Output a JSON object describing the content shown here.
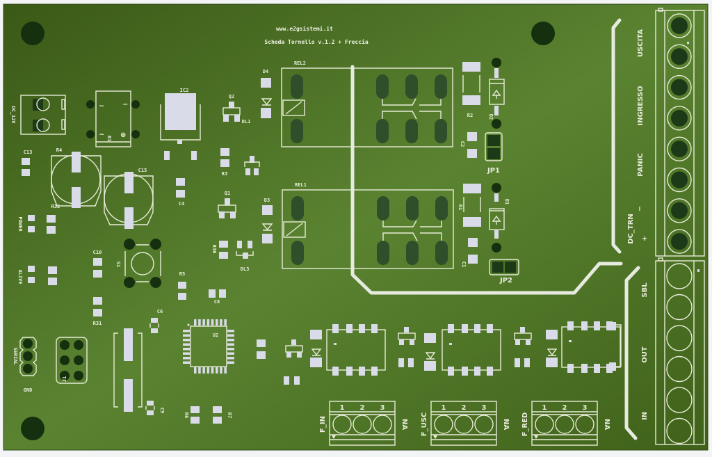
{
  "board": {
    "website": "www.e2gsistemi.it",
    "title": "Scheda Tornello v.1.2 + Freccia",
    "colors": {
      "background": "#f3f4f6",
      "pcb_dark": "#3b5a16",
      "pcb_light": "#5c8530",
      "silkscreen": "#e8ecd8",
      "pad": "#d9dbe8",
      "hole": "#15300f"
    }
  },
  "power": {
    "connector_label": "DC_12V",
    "bridge_label": "B1",
    "regulator_label": "IC2"
  },
  "components": {
    "capacitors": [
      "C13",
      "C15",
      "C10",
      "C4",
      "C6",
      "C9",
      "C2",
      "C1",
      "C8"
    ],
    "resistors": [
      "R4",
      "R32",
      "R31",
      "R3",
      "R2",
      "R1",
      "R30",
      "R5",
      "R6",
      "R7"
    ],
    "transistors": [
      "Q2",
      "Q1"
    ],
    "leds": [
      "DL1",
      "DL3"
    ],
    "diodes": [
      "D4",
      "D3",
      "D2",
      "D1"
    ],
    "button": "S1",
    "mcu": "U2",
    "relays": [
      "REL2",
      "REL1"
    ],
    "jumpers": [
      "JP1",
      "JP2"
    ],
    "status_leds": [
      "POWER",
      "ALIVE"
    ],
    "header_serial": "SERIAL",
    "header_gnd": "GND",
    "isp_header": "J1"
  },
  "main_connector": {
    "labels": [
      "USCITA",
      "INGRESSO",
      "PANIC",
      "DC_TRN"
    ],
    "polarity": [
      "+",
      "−"
    ],
    "pins": 8
  },
  "signal_connector": {
    "labels": [
      "SBL",
      "OUT",
      "IN"
    ],
    "pins": 6
  },
  "arrow_connectors": [
    {
      "name": "F_IN",
      "pins": [
        "1",
        "2",
        "3"
      ],
      "side": "NA"
    },
    {
      "name": "F_USC",
      "pins": [
        "1",
        "2",
        "3"
      ],
      "side": "NA"
    },
    {
      "name": "F_RED",
      "pins": [
        "1",
        "2",
        "3"
      ],
      "side": "NA"
    }
  ]
}
